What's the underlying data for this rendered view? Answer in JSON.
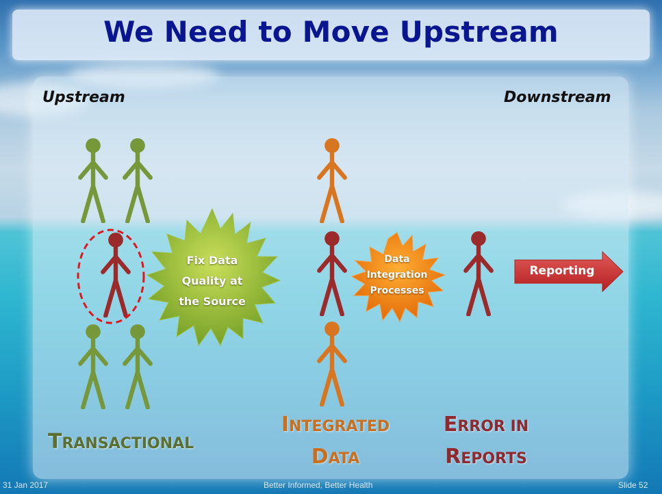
{
  "slide": {
    "title": "We Need to Move Upstream",
    "upstream_label": "Upstream",
    "downstream_label": "Downstream"
  },
  "bursts": {
    "fix": [
      "Fix Data",
      "Quality at",
      "the Source"
    ],
    "integration": [
      "Data",
      "Integration",
      "Processes"
    ]
  },
  "reporting_arrow": "Reporting",
  "groups": {
    "transactional": {
      "cap": "T",
      "rest": "RANSACTIONAL"
    },
    "integrated_line1": {
      "cap": "I",
      "rest": "NTEGRATED"
    },
    "integrated_line2": {
      "cap": "D",
      "rest": "ATA"
    },
    "error_line1": {
      "cap": "E",
      "rest": "RROR IN"
    },
    "error_line2": {
      "cap": "R",
      "rest": "EPORTS"
    }
  },
  "colors": {
    "green": "#76983a",
    "orange": "#d87520",
    "dark_red": "#9b2a2a",
    "title": "#0a168f",
    "error_label": "#8c2a2f",
    "integrated_label": "#c87022",
    "transactional_label": "#5c6f32"
  },
  "footer": {
    "date": "31 Jan 2017",
    "center": "Better Informed, Better Health",
    "slide_num": "Slide 52"
  }
}
